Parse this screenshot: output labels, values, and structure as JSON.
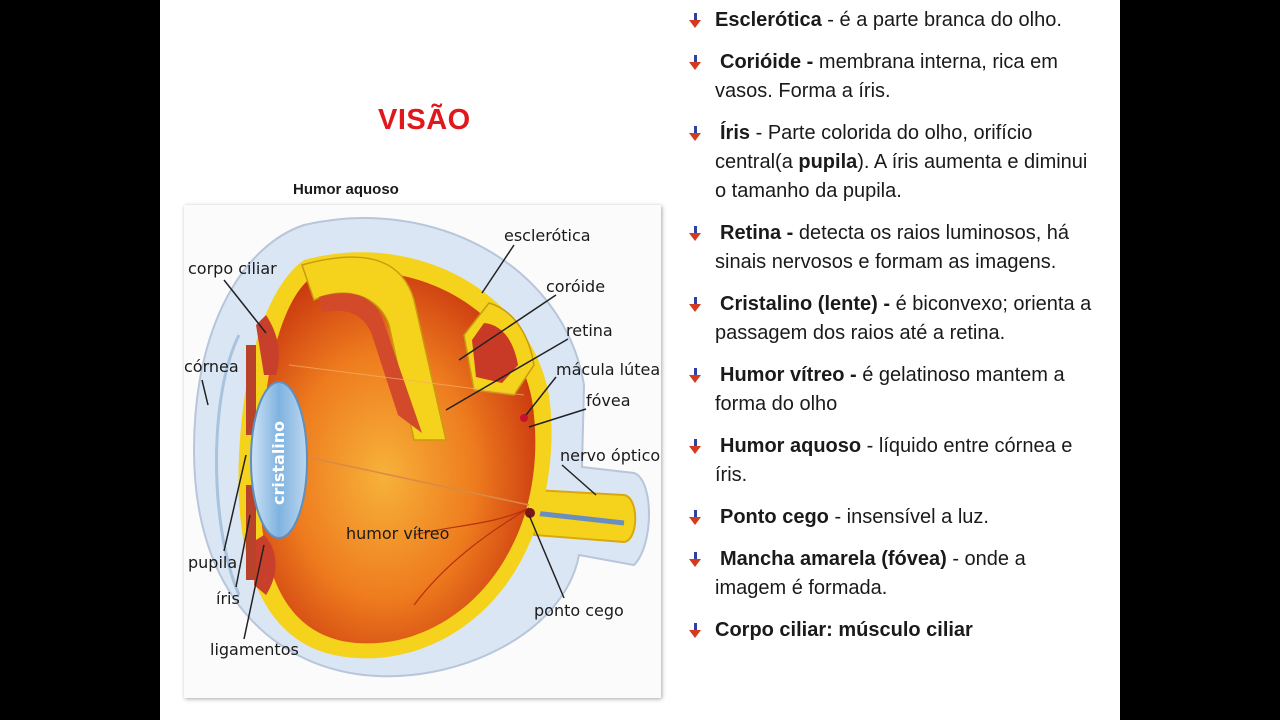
{
  "slide": {
    "title": "VISÃO",
    "diagram_top_label": "Humor aquoso"
  },
  "diagram": {
    "labels": {
      "esclerotica": "esclerótica",
      "coroide": "coróide",
      "retina": "retina",
      "macula": "mácula lútea",
      "fovea": "fóvea",
      "nervo": "nervo óptico",
      "ponto": "ponto cego",
      "corpo": "corpo ciliar",
      "cornea": "córnea",
      "pupila": "pupila",
      "iris": "íris",
      "ligamentos": "ligamentos",
      "humor_vitreo": "humor vítreo",
      "cristalino": "cristalino"
    }
  },
  "bullets": [
    {
      "term": "Esclerótica",
      "sep": " - ",
      "text": "é a parte branca do olho."
    },
    {
      "term": "Corióide -",
      "sep": " ",
      "text": "membrana interna, rica em vasos. Forma a íris."
    },
    {
      "term": "Íris",
      "sep": " - ",
      "pre": "Parte colorida do olho, orifício central(a ",
      "bold_mid": "pupila",
      "post": "). A íris aumenta e diminui o tamanho da pupila."
    },
    {
      "term": "Retina -",
      "sep": " ",
      "text": "detecta os raios luminosos, há sinais nervosos e formam as imagens."
    },
    {
      "term": "Cristalino (lente) -",
      "sep": " ",
      "text": "é biconvexo; orienta a passagem dos raios até a retina."
    },
    {
      "term": "Humor vítreo -",
      "sep": " ",
      "text": "é gelatinoso mantem a forma do olho"
    },
    {
      "term": "Humor aquoso",
      "sep": " - ",
      "text": "líquido entre córnea e íris."
    },
    {
      "term": "Ponto cego",
      "sep": " - ",
      "text": "insensível a luz."
    },
    {
      "term": "Mancha amarela (fóvea)",
      "sep": " - ",
      "text": "onde a imagem é formada."
    },
    {
      "term": "Corpo ciliar: músculo ciliar",
      "sep": "",
      "text": ""
    }
  ],
  "colors": {
    "title": "#e0181e",
    "bullet_arrow": "#d63a1e",
    "bullet_shaft": "#3040a0",
    "sclera": "#dbe6f4",
    "choroid": "#f5d21c",
    "vitreous": "#e8721c"
  }
}
